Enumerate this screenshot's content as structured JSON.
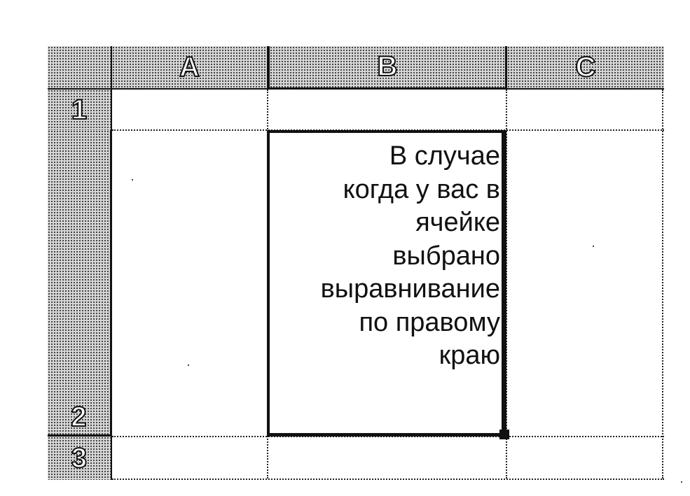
{
  "spreadsheet": {
    "columns": [
      "A",
      "B",
      "C"
    ],
    "rows": [
      "1",
      "2",
      "3"
    ],
    "selected_cell": {
      "lines": [
        "В случае",
        "когда у вас в",
        "ячейке",
        "выбрано",
        "выравнивание",
        "по правому",
        "краю"
      ]
    }
  },
  "colors": {
    "ink": "#111111",
    "header_fill": "#d6d6d6",
    "background": "#ffffff"
  }
}
